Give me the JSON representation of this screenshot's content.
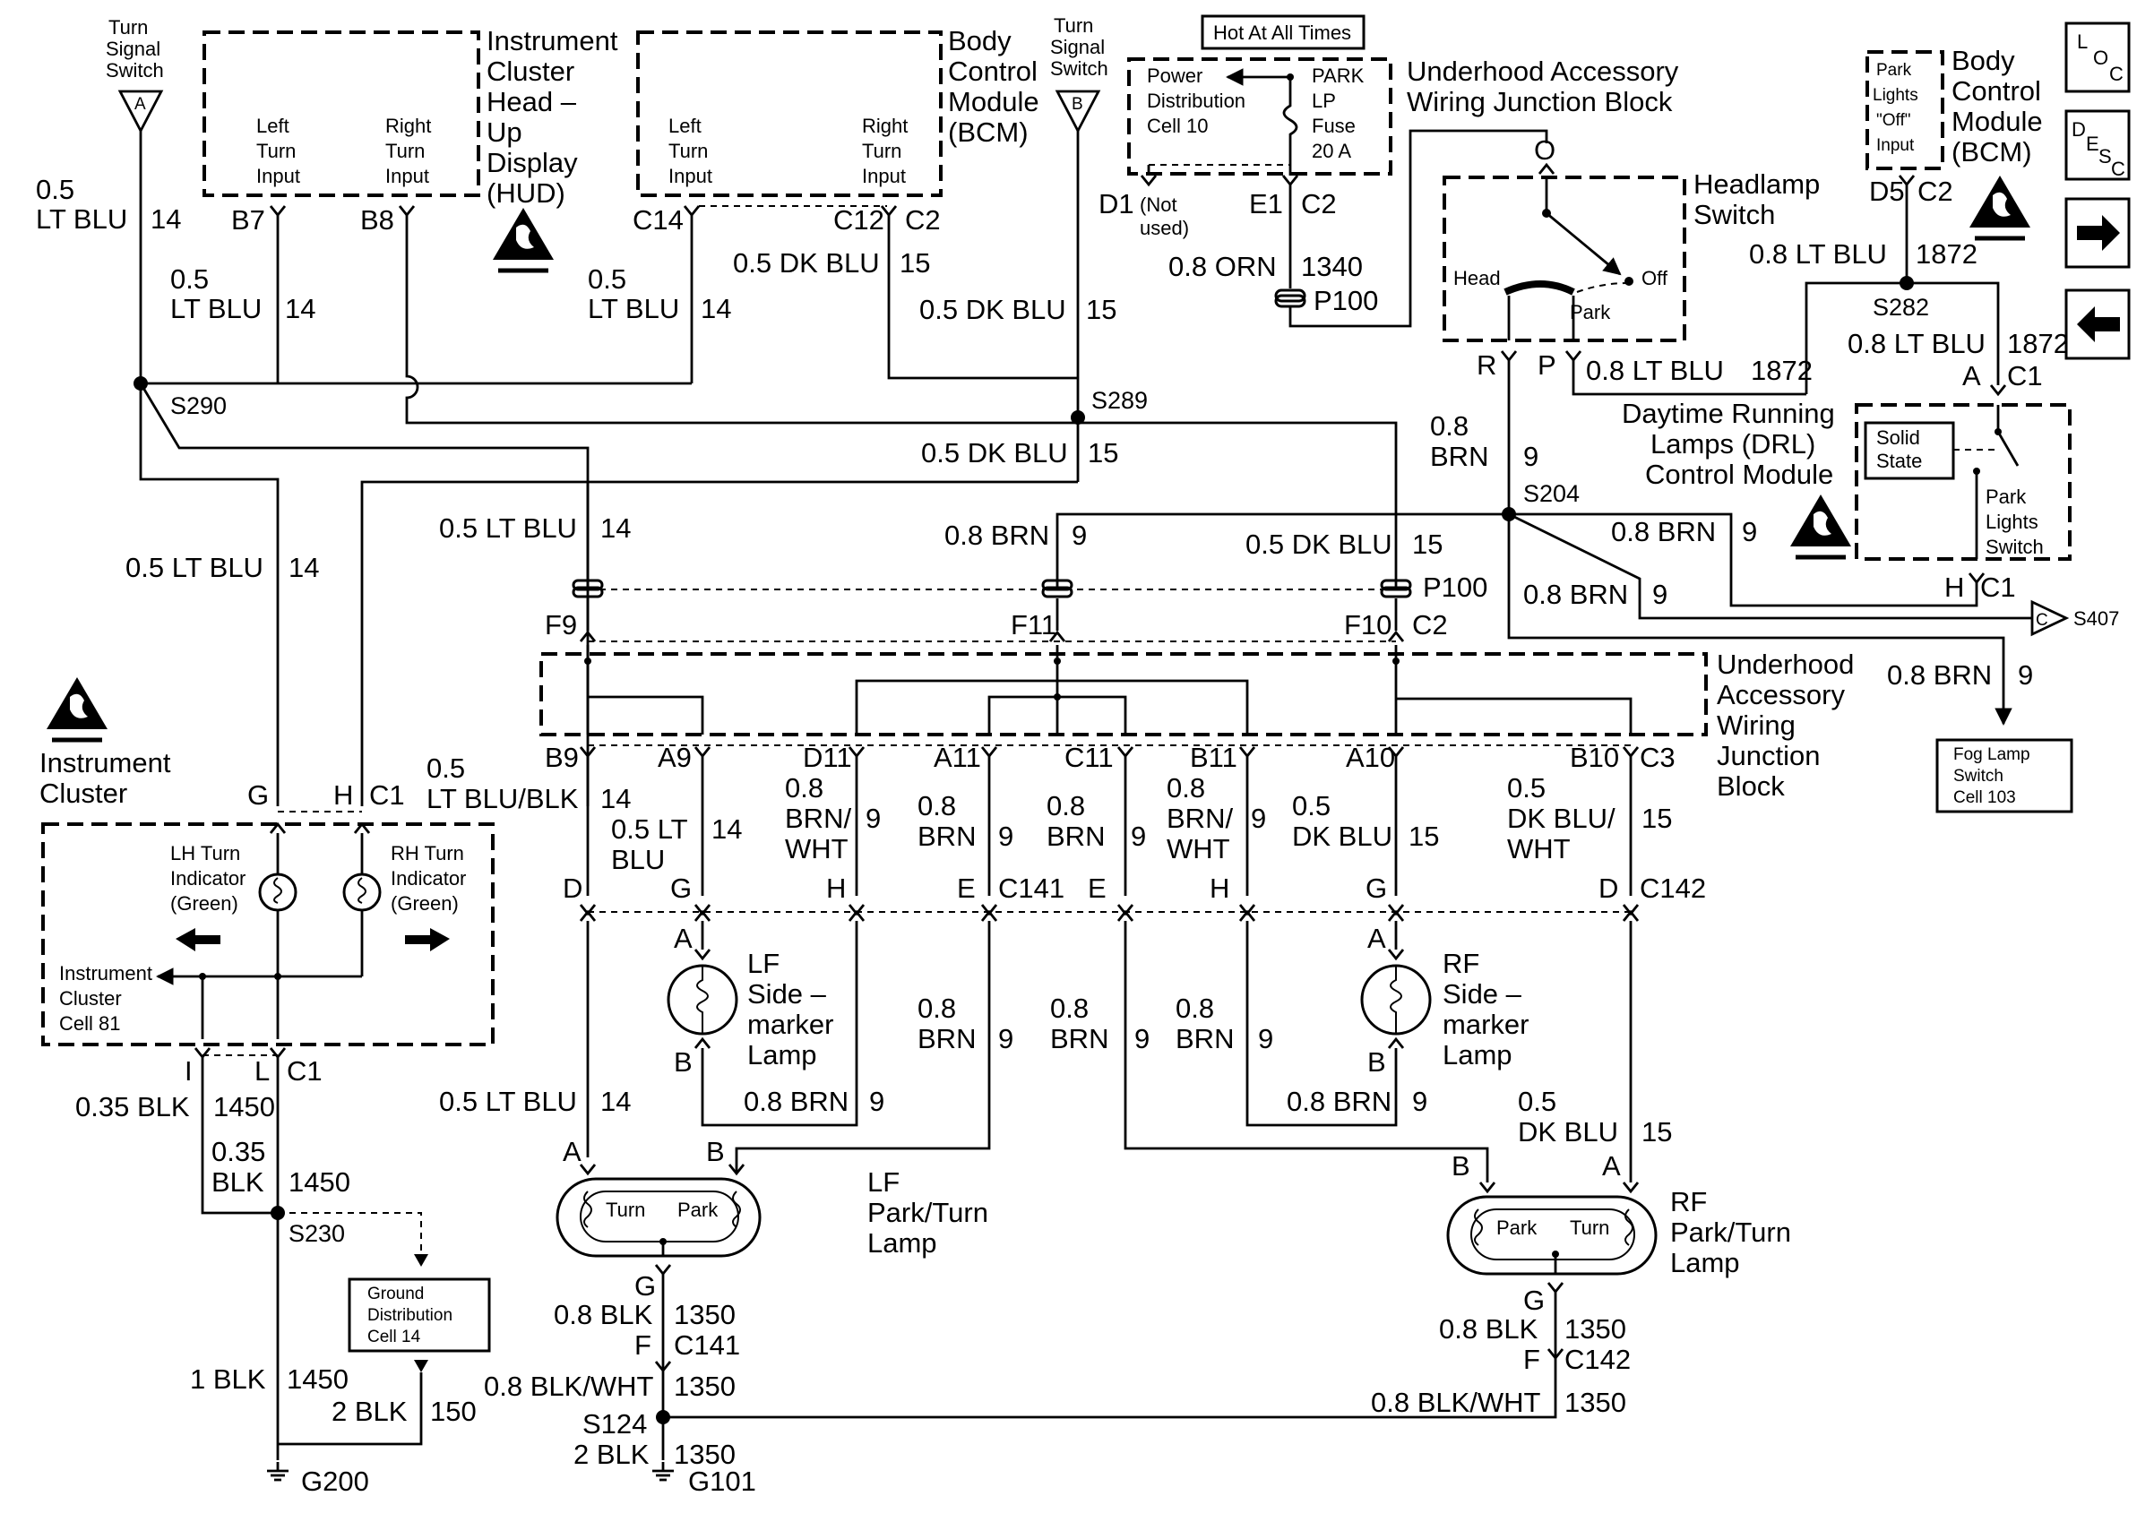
{
  "top_left": {
    "switch_a": [
      "Turn",
      "Signal",
      "Switch"
    ],
    "switch_a_letter": "A",
    "hud_title": [
      "Instrument",
      "Cluster",
      "Head –",
      "Up",
      "Display",
      "(HUD)"
    ],
    "hud_left": [
      "Left",
      "Turn",
      "Input"
    ],
    "hud_right": [
      "Right",
      "Turn",
      "Input"
    ],
    "pin_b7": "B7",
    "pin_b8": "B8",
    "wire_left_size": "0.5",
    "wire_left_color": "LT BLU",
    "wire_left_circuit": "14",
    "wire_b7_size": "0.5",
    "wire_b7_color": "LT BLU",
    "wire_b7_circuit": "14",
    "splice_s290": "S290"
  },
  "bcm_top": {
    "title": [
      "Body",
      "Control",
      "Module",
      "(BCM)"
    ],
    "left": [
      "Left",
      "Turn",
      "Input"
    ],
    "right": [
      "Right",
      "Turn",
      "Input"
    ],
    "pin_c14": "C14",
    "pin_c12": "C12",
    "pin_c2": "C2",
    "w_c14_size": "0.5",
    "w_c14_color": "LT BLU",
    "w_c14_circuit": "14",
    "w_c12_label": "0.5 DK BLU",
    "w_c12_circuit": "15",
    "w_sw_label": "0.5 DK BLU",
    "w_sw_circuit": "15",
    "switch_b": [
      "Turn",
      "Signal",
      "Switch"
    ],
    "switch_b_letter": "B",
    "splice_s289": "S289",
    "w_s289_label": "0.5 DK BLU",
    "w_s289_circuit": "15"
  },
  "hot_box": {
    "title": "Hot At All Times",
    "pdc": [
      "Power",
      "Distribution",
      "Cell 10"
    ],
    "fuse": [
      "PARK",
      "LP",
      "Fuse",
      "20 A"
    ],
    "pin_d1": "D1",
    "not_used": [
      "(Not",
      "used)"
    ],
    "pin_e1": "E1",
    "pin_c2": "C2",
    "wire": "0.8 ORN",
    "circuit": "1340",
    "conn": "P100",
    "ujb": [
      "Underhood Accessory",
      "Wiring Junction Block"
    ]
  },
  "headlamp": {
    "pin_o": "O",
    "title": [
      "Headlamp",
      "Switch"
    ],
    "head": "Head",
    "off": "Off",
    "park": "Park",
    "pin_r": "R",
    "pin_p": "P",
    "w_p_label": "0.8 LT BLU",
    "w_p_circuit": "1872",
    "w_r_size": "0.8",
    "w_r_color": "BRN",
    "w_r_circuit": "9",
    "splice_s204": "S204"
  },
  "bcm_right": {
    "box": [
      "Park",
      "Lights",
      "\"Off\"",
      "Input"
    ],
    "title": [
      "Body",
      "Control",
      "Module",
      "(BCM)"
    ],
    "pin_d5": "D5",
    "pin_c2": "C2",
    "w1_label": "0.8 LT BLU",
    "w1_circuit": "1872",
    "splice_s282": "S282",
    "w2_label": "0.8 LT BLU",
    "w2_circuit": "1872",
    "pin_a": "A",
    "pin_c1": "C1",
    "drl": [
      "Daytime Running",
      "Lamps (DRL)",
      "Control Module"
    ],
    "solid_state": [
      "Solid",
      "State"
    ],
    "park_sw": [
      "Park",
      "Lights",
      "Switch"
    ],
    "pin_h": "H",
    "pin_h_c1": "C1",
    "w_brn1": "0.8 BRN",
    "w_brn1_c": "9",
    "w_brn2": "0.8 BRN",
    "w_brn2_c": "9",
    "s407_letter": "C",
    "s407": "S407",
    "w_fog": "0.8 BRN",
    "w_fog_c": "9",
    "fog": [
      "Fog Lamp",
      "Switch",
      "Cell 103"
    ]
  },
  "legend_icons": {
    "loc": [
      "L",
      "O",
      "C"
    ],
    "desc": [
      "D",
      "E",
      "S",
      "C"
    ],
    "next_arrow": "→",
    "prev_arrow": "←"
  },
  "mid": {
    "w14_label": "0.5 LT BLU",
    "w14_c": "14",
    "w9_label": "0.8 BRN",
    "w9_c": "9",
    "w15_label": "0.5 DK BLU",
    "w15_c": "15",
    "p100": "P100",
    "f9": "F9",
    "f11": "F11",
    "f10": "F10",
    "f10_c2": "C2",
    "ujb": [
      "Underhood",
      "Accessory",
      "Wiring",
      "Junction",
      "Block"
    ],
    "pins": [
      "B9",
      "A9",
      "D11",
      "A11",
      "C11",
      "B11",
      "A10",
      "B10",
      "C3"
    ]
  },
  "cluster": {
    "title": [
      "Instrument",
      "Cluster"
    ],
    "left_wire": "0.5 LT BLU",
    "left_wire_c": "14",
    "right_wire_size": "0.5",
    "right_wire_color": "LT BLU/BLK",
    "right_wire_c": "14",
    "pin_g": "G",
    "pin_h": "H",
    "pin_c1": "C1",
    "lh": [
      "LH Turn",
      "Indicator",
      "(Green)"
    ],
    "rh": [
      "RH Turn",
      "Indicator",
      "(Green)"
    ],
    "cell81": [
      "Instrument",
      "Cluster",
      "Cell 81"
    ],
    "pin_i": "I",
    "pin_l": "L",
    "pin_c1b": "C1",
    "gw1": "0.35 BLK",
    "gw1_c": "1450",
    "gw2_size": "0.35",
    "gw2_color": "BLK",
    "gw2_c": "1450",
    "splice_s230": "S230",
    "gd": [
      "Ground",
      "Distribution",
      "Cell 14"
    ],
    "gw3": "1 BLK",
    "gw3_c": "1450",
    "gw4": "2 BLK",
    "gw4_c": "150",
    "g200": "G200"
  },
  "lf": {
    "w_a9": [
      "0.5 LT",
      "BLU"
    ],
    "w_a9_c": "14",
    "w_d11": [
      "0.8",
      "BRN/",
      "WHT"
    ],
    "w_d11_c": "9",
    "w_a11": [
      "0.8",
      "BRN"
    ],
    "w_a11_c": "9",
    "pin_d": "D",
    "pin_g": "G",
    "pin_h": "H",
    "pin_e": "E",
    "conn": "C141",
    "side_a": "A",
    "side_b": "B",
    "side": [
      "LF",
      "Side –",
      "marker",
      "Lamp"
    ],
    "w_e_label": [
      "0.8",
      "BRN"
    ],
    "w_e_c": "9",
    "w_b_label": "0.8 BRN",
    "w_b_c": "9",
    "w_d_label": "0.5 LT BLU",
    "w_d_c": "14",
    "lamp_a": "A",
    "lamp_b": "B",
    "turn": "Turn",
    "park": "Park",
    "lamp": [
      "LF",
      "Park/Turn",
      "Lamp"
    ],
    "pin_lg": "G",
    "gw1": "0.8 BLK",
    "gw1_c": "1350",
    "pin_f": "F",
    "pin_f_conn": "C141",
    "gw2": "0.8 BLK/WHT",
    "gw2_c": "1350",
    "s124": "S124",
    "gw3": "2 BLK",
    "gw3_c": "1350",
    "g101": "G101"
  },
  "rf": {
    "w_c11": [
      "0.8",
      "BRN"
    ],
    "w_c11_c": "9",
    "w_b11": [
      "0.8",
      "BRN/",
      "WHT"
    ],
    "w_b11_c": "9",
    "w_a10": [
      "0.5",
      "DK BLU"
    ],
    "w_a10_c": "15",
    "w_b10": [
      "0.5",
      "DK BLU/",
      "WHT"
    ],
    "w_b10_c": "15",
    "pin_e": "E",
    "pin_h": "H",
    "pin_g": "G",
    "pin_d": "D",
    "conn": "C142",
    "w_e_label": [
      "0.8",
      "BRN"
    ],
    "w_e_c": "9",
    "w_h_label": [
      "0.8",
      "BRN"
    ],
    "w_h_c": "9",
    "w_b_label": "0.8 BRN",
    "w_b_c": "9",
    "side_a": "A",
    "side_b": "B",
    "side": [
      "RF",
      "Side –",
      "marker",
      "Lamp"
    ],
    "w_d_label": [
      "0.5",
      "DK BLU"
    ],
    "w_d_c": "15",
    "lamp_b": "B",
    "lamp_a": "A",
    "park": "Park",
    "turn": "Turn",
    "lamp": [
      "RF",
      "Park/Turn",
      "Lamp"
    ],
    "pin_lg": "G",
    "gw1": "0.8 BLK",
    "gw1_c": "1350",
    "pin_f": "F",
    "pin_f_conn": "C142",
    "gw2": "0.8 BLK/WHT",
    "gw2_c": "1350"
  }
}
